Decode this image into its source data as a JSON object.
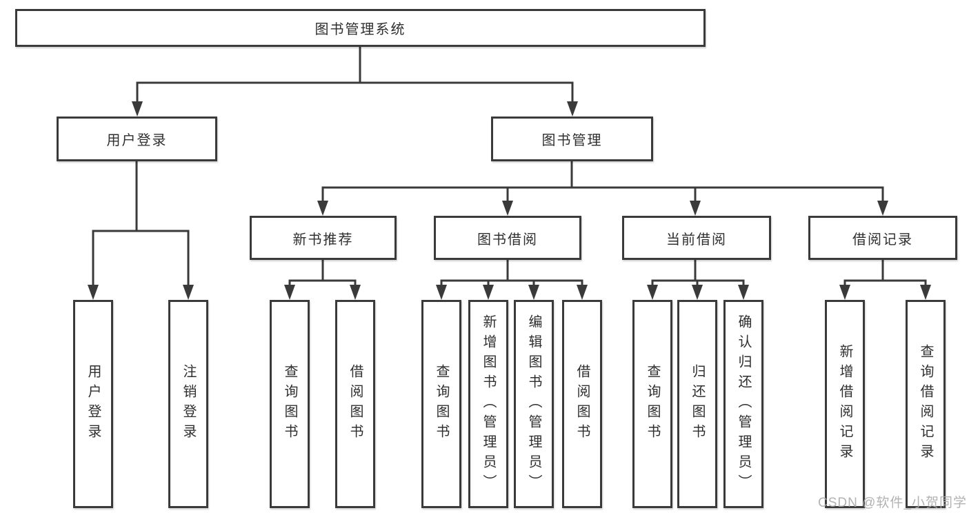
{
  "diagram": {
    "nodes": {
      "root": "图书管理系统",
      "user_login": "用户登录",
      "book_mgmt": "图书管理",
      "new_book_rec": "新书推荐",
      "book_borrow": "图书借阅",
      "current_borrow": "当前借阅",
      "borrow_record": "借阅记录",
      "leaf_user_login": "用户登录",
      "leaf_logout": "注销登录",
      "leaf_query_book_a": "查询图书",
      "leaf_borrow_book_a": "借阅图书",
      "leaf_query_book_b": "查询图书",
      "leaf_add_book": "新增图书（管理员）",
      "leaf_edit_book": "编辑图书（管理员）",
      "leaf_borrow_book_b": "借阅图书",
      "leaf_query_book_c": "查询图书",
      "leaf_return_book": "归还图书",
      "leaf_confirm_return": "确认归还（管理员）",
      "leaf_add_record": "新增借阅记录",
      "leaf_query_record": "查询借阅记录"
    },
    "watermark": "CSDN @软件_小贺同学",
    "colors": {
      "line": "#3a3a3a",
      "text": "#2f2f2f",
      "watermark": "#aaaaaa",
      "background": "#ffffff"
    }
  }
}
